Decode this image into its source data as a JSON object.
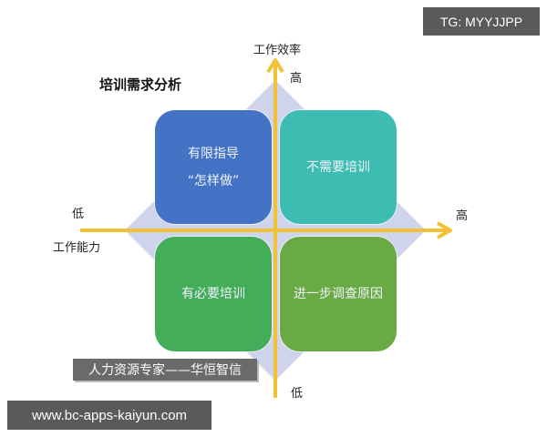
{
  "title": "培训需求分析",
  "axes": {
    "y_label": "工作效率",
    "y_high": "高",
    "y_low": "低",
    "x_label": "工作能力",
    "x_low": "低",
    "x_high": "高"
  },
  "quadrants": [
    {
      "position": "top-left",
      "lines": [
        "有限指导",
        "“怎样做”"
      ],
      "color": "#4472c4"
    },
    {
      "position": "top-right",
      "lines": [
        "不需要培训"
      ],
      "color": "#3dbdb2"
    },
    {
      "position": "bottom-left",
      "lines": [
        "有必要培训"
      ],
      "color": "#43ad5a"
    },
    {
      "position": "bottom-right",
      "lines": [
        "进一步调查原因"
      ],
      "color": "#6aaa44"
    }
  ],
  "colors": {
    "axis": "#f2c234",
    "diamond": "#cfd3ec"
  },
  "watermarks": {
    "top_right": "TG: MYYJJPP",
    "caption": "人力资源专家——华恒智信",
    "bottom_left": "www.bc-apps-kaiyun.com"
  }
}
